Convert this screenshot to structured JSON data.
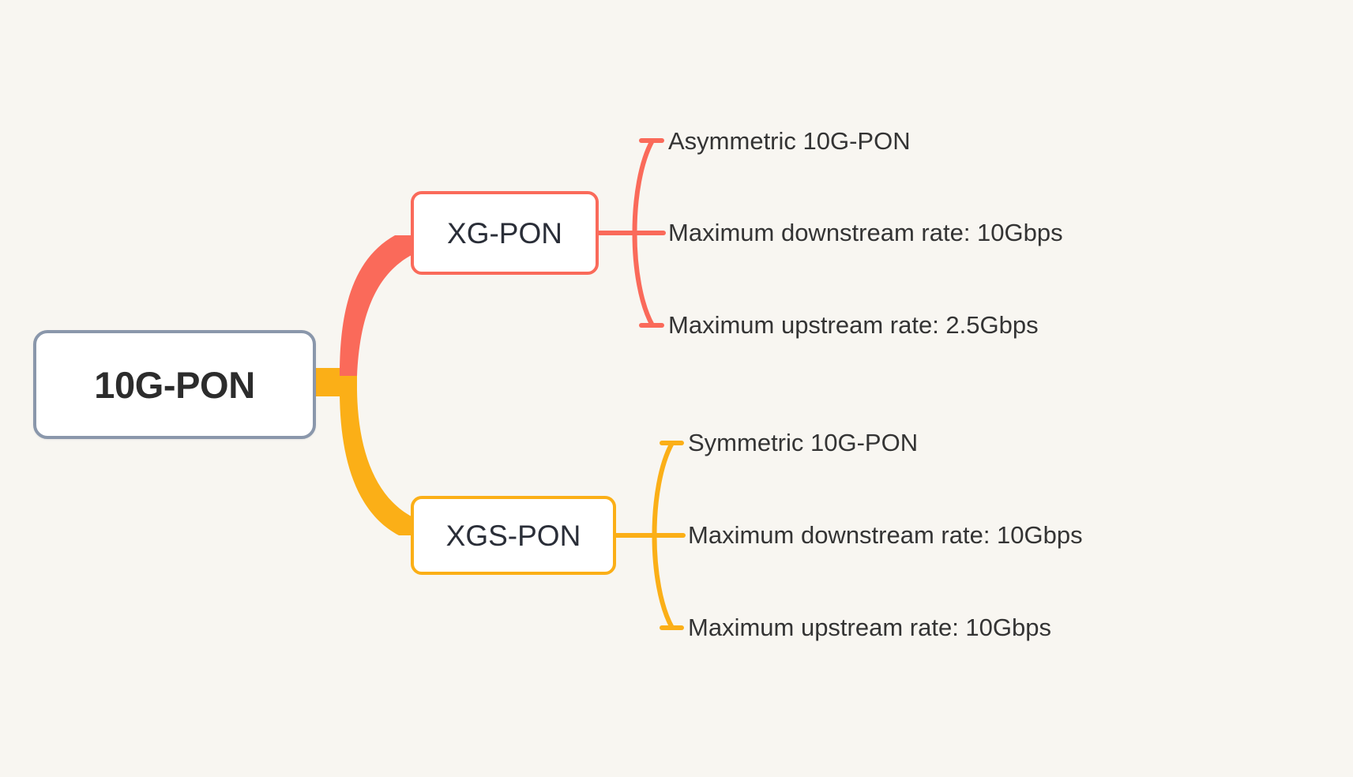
{
  "diagram": {
    "type": "mind-map",
    "title": "10G-PON",
    "background_color": "#f8f6f1",
    "root": {
      "label": "10G-PON",
      "border_color": "#8a97ab",
      "fill_color": "#ffffff",
      "text_color": "#2c2c2c"
    },
    "branches": [
      {
        "id": "xg-pon",
        "label": "XG-PON",
        "color": "#fa6a5a",
        "children": [
          {
            "label": "Asymmetric 10G-PON"
          },
          {
            "label": "Maximum downstream rate: 10Gbps"
          },
          {
            "label": "Maximum upstream rate: 2.5Gbps"
          }
        ]
      },
      {
        "id": "xgs-pon",
        "label": "XGS-PON",
        "color": "#fbaf17",
        "children": [
          {
            "label": "Symmetric 10G-PON"
          },
          {
            "label": "Maximum downstream rate: 10Gbps"
          },
          {
            "label": "Maximum upstream rate: 10Gbps"
          }
        ]
      }
    ]
  }
}
